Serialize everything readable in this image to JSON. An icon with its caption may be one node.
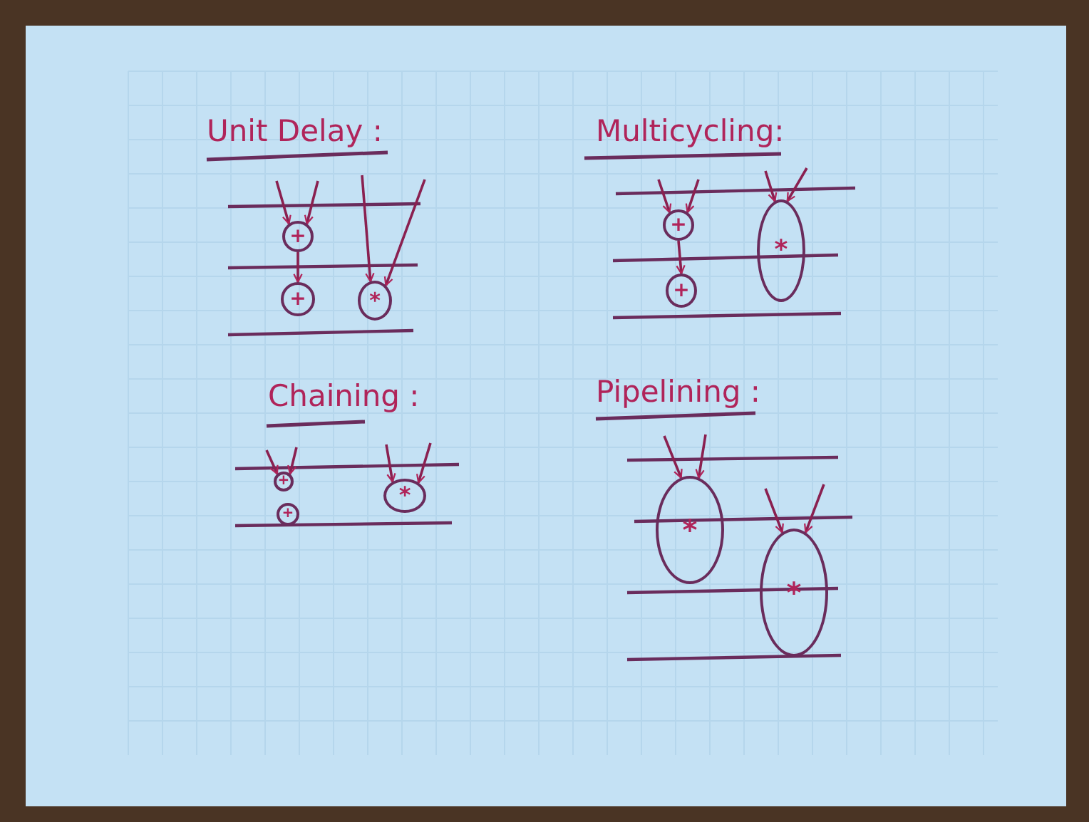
{
  "diagram": {
    "nodes": [
      {
        "text": [
          "+"
        ]
      },
      {
        "text": [
          "+"
        ]
      },
      {
        "text": [
          "*"
        ]
      },
      {
        "text": [
          "+"
        ]
      },
      {
        "text": [
          "+"
        ]
      },
      {
        "text": [
          "*"
        ]
      },
      {
        "text": [
          "+"
        ]
      },
      {
        "text": [
          "+"
        ]
      },
      {
        "text": [
          "*"
        ]
      },
      {
        "text": [
          "*"
        ]
      },
      {
        "text": [
          "*"
        ]
      }
    ],
    "edges": [
      {
        "from": null,
        "to": 0,
        "arrow": "to"
      },
      {
        "from": null,
        "to": 0,
        "arrow": "to"
      },
      {
        "from": 0,
        "to": 1,
        "arrow": "to"
      },
      {
        "from": null,
        "to": 2,
        "arrow": "to"
      },
      {
        "from": null,
        "to": 2,
        "arrow": "to"
      },
      {
        "from": null,
        "to": 3,
        "arrow": "to"
      },
      {
        "from": null,
        "to": 3,
        "arrow": "to"
      },
      {
        "from": 3,
        "to": 4,
        "arrow": "to"
      },
      {
        "from": null,
        "to": 5,
        "arrow": "to"
      },
      {
        "from": null,
        "to": 5,
        "arrow": "to"
      },
      {
        "from": null,
        "to": 6,
        "arrow": "to"
      },
      {
        "from": null,
        "to": 6,
        "arrow": "to"
      },
      {
        "from": null,
        "to": 8,
        "arrow": "to"
      },
      {
        "from": null,
        "to": 8,
        "arrow": "to"
      },
      {
        "from": null,
        "to": 9,
        "arrow": "to"
      },
      {
        "from": null,
        "to": 9,
        "arrow": "to"
      },
      {
        "from": null,
        "to": 10,
        "arrow": "to"
      },
      {
        "from": null,
        "to": 10,
        "arrow": "to"
      }
    ],
    "labels": [
      "Unit Delay :",
      "Multicycling:",
      "Chaining :",
      "Pipelining :"
    ]
  }
}
